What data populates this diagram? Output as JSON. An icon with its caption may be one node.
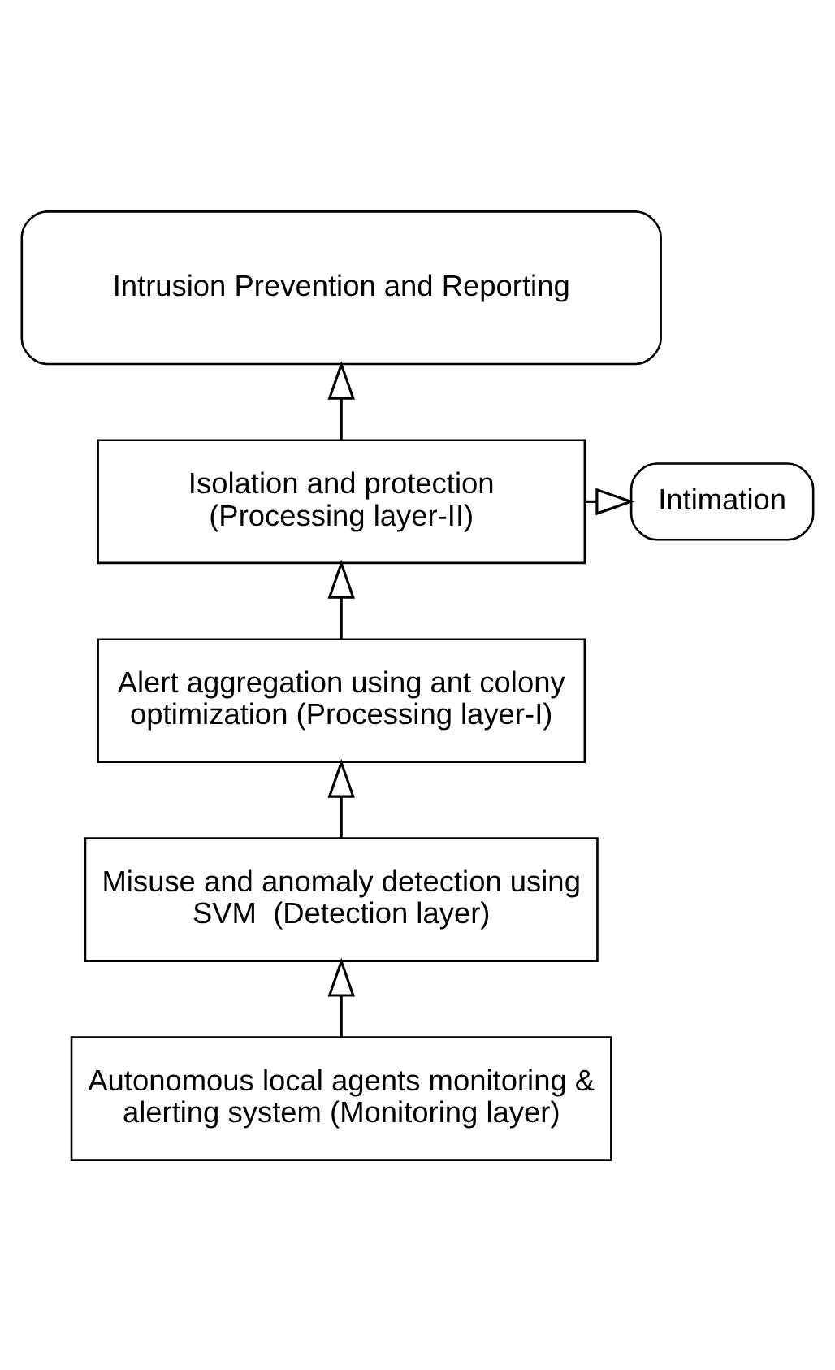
{
  "diagram": {
    "nodes": [
      {
        "text": [
          "Intrusion Prevention and Reporting"
        ]
      },
      {
        "text": [
          "Isolation and protection (Processing layer-II)"
        ]
      },
      {
        "text": [
          "Intimation"
        ]
      },
      {
        "text": [
          "Alert aggregation using ant colony optimization (Processing layer-I)"
        ]
      },
      {
        "text": [
          "Misuse and anomaly detection using SVM  (Detection layer)"
        ]
      },
      {
        "text": [
          "Autonomous local agents monitoring & alerting system (Monitoring layer)"
        ]
      }
    ],
    "edges": [
      {
        "from": 5,
        "to": 4,
        "arrow": "to"
      },
      {
        "from": 4,
        "to": 3,
        "arrow": "to"
      },
      {
        "from": 3,
        "to": 1,
        "arrow": "to"
      },
      {
        "from": 1,
        "to": 0,
        "arrow": "to"
      },
      {
        "from": 1,
        "to": 2,
        "arrow": "to"
      }
    ]
  }
}
